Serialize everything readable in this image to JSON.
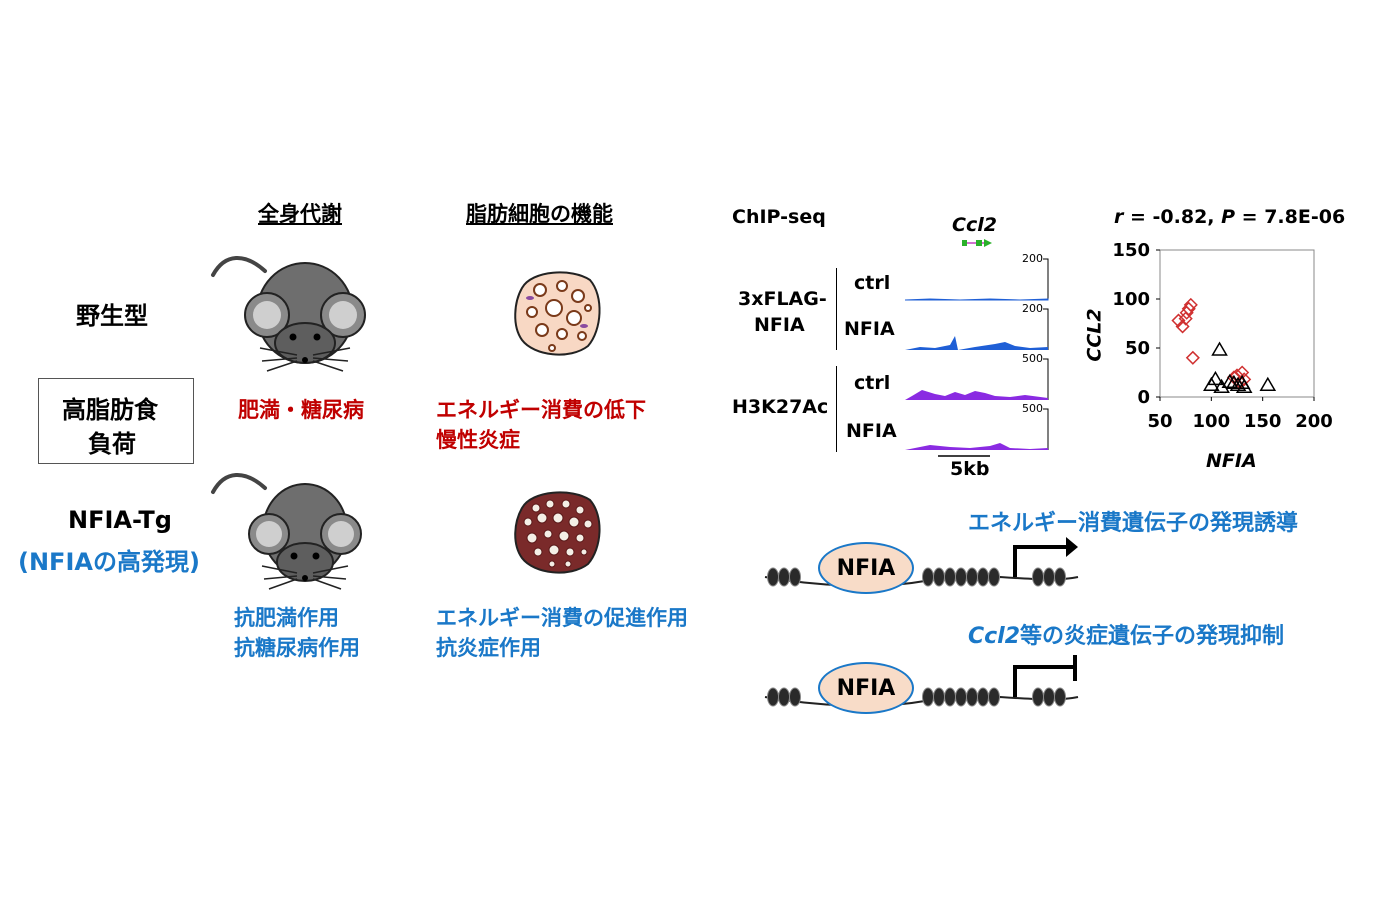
{
  "headers": {
    "systemic": "全身代謝",
    "adipocyte": "脂肪細胞の機能"
  },
  "rows": {
    "wild_type": "野生型",
    "hfd_line1": "高脂肪食",
    "hfd_line2": "負荷",
    "tg_line1": "NFIA-Tg",
    "tg_line2": "(NFIAの高発現)"
  },
  "outcomes": {
    "wt_systemic": "肥満・糖尿病",
    "wt_adipo_line1": "エネルギー消費の低下",
    "wt_adipo_line2": "慢性炎症",
    "tg_systemic_line1": "抗肥満作用",
    "tg_systemic_line2": "抗糖尿病作用",
    "tg_adipo_line1": "エネルギー消費の促進作用",
    "tg_adipo_line2": "抗炎症作用"
  },
  "chipseq": {
    "title": "ChIP-seq",
    "gene": "Ccl2",
    "group1_line1": "3xFLAG-",
    "group1_line2": "NFIA",
    "group2": "H3K27Ac",
    "track_labels": [
      "ctrl",
      "NFIA",
      "ctrl",
      "NFIA"
    ],
    "track_scales": [
      "200",
      "200",
      "500",
      "500"
    ],
    "scale_bar": "5kb",
    "colors": {
      "flag": "#1f5fd6",
      "h3k27ac": "#8a2be2"
    }
  },
  "chart_data": {
    "type": "scatter",
    "title_parts": {
      "r_label": "r",
      "r_value": " = -0.82, ",
      "p_label": "P",
      "p_value": " = 7.8E-06"
    },
    "xlabel": "NFIA",
    "ylabel": "CCL2",
    "xlim": [
      50,
      200
    ],
    "ylim": [
      0,
      150
    ],
    "x_ticks": [
      "50",
      "100",
      "150",
      "200"
    ],
    "y_ticks": [
      "0",
      "50",
      "100",
      "150"
    ],
    "series": [
      {
        "marker": "diamond",
        "color": "#d03030",
        "points": [
          [
            68,
            78
          ],
          [
            72,
            72
          ],
          [
            78,
            90
          ],
          [
            80,
            94
          ],
          [
            76,
            86
          ],
          [
            75,
            80
          ],
          [
            82,
            40
          ],
          [
            125,
            22
          ],
          [
            130,
            25
          ],
          [
            132,
            18
          ],
          [
            128,
            15
          ],
          [
            122,
            20
          ]
        ]
      },
      {
        "marker": "triangle",
        "color": "#000000",
        "points": [
          [
            108,
            48
          ],
          [
            100,
            12
          ],
          [
            104,
            18
          ],
          [
            110,
            10
          ],
          [
            118,
            15
          ],
          [
            122,
            14
          ],
          [
            126,
            12
          ],
          [
            132,
            10
          ],
          [
            130,
            14
          ],
          [
            155,
            12
          ]
        ]
      }
    ]
  },
  "mechanism": {
    "activation_text": "エネルギー消費遺伝子の発現誘導",
    "repression_gene": "Ccl2",
    "repression_text": "等の炎症遺伝子の発現抑制",
    "factor_label": "NFIA"
  }
}
